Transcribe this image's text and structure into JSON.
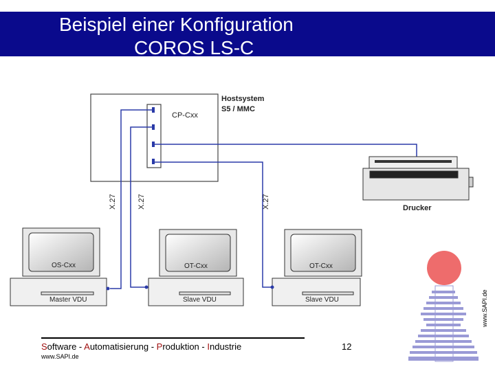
{
  "title": {
    "line1": "Beispiel einer Konfiguration",
    "line2": "COROS LS-C"
  },
  "diagram": {
    "host": {
      "name": "Hostsystem",
      "type": "S5 / MMC",
      "module": "CP-Cxx"
    },
    "printer": {
      "label": "Drucker"
    },
    "cables": [
      "X.27",
      "X.27",
      "X.27"
    ],
    "stations": [
      {
        "screen": "OS-Cxx",
        "base": "Master VDU"
      },
      {
        "screen": "OT-Cxx",
        "base": "Slave VDU"
      },
      {
        "screen": "OT-Cxx",
        "base": "Slave VDU"
      }
    ],
    "colors": {
      "wire": "#2a3aa8",
      "logo_circle": "#ee6c6c",
      "logo_bars": "#9a9ad6",
      "title_bar": "#0a0a8c"
    }
  },
  "side_url": "www.SAPI.de",
  "footer": {
    "parts": [
      {
        "initial": "S",
        "rest": "oftware - "
      },
      {
        "initial": "A",
        "rest": "utomatisierung - "
      },
      {
        "initial": "P",
        "rest": "roduktion - "
      },
      {
        "initial": "I",
        "rest": "ndustrie"
      }
    ],
    "url": "www.SAPI.de",
    "page_number": "12"
  }
}
